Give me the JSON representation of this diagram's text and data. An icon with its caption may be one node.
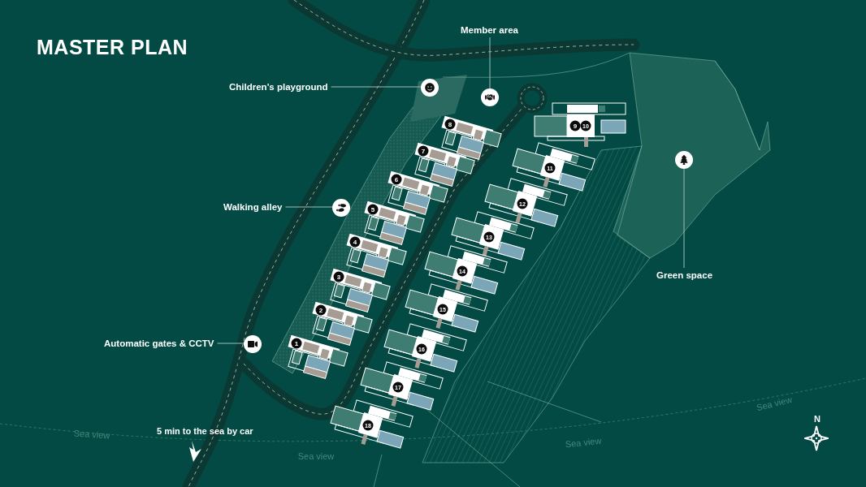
{
  "diagram": {
    "title": "MASTER PLAN",
    "nodes": [
      {
        "text": [
          "Member area"
        ]
      },
      {
        "text": [],
        "shape": "circle"
      },
      {
        "text": [
          "Children's playground"
        ]
      },
      {
        "text": [],
        "shape": "circle"
      },
      {
        "text": [
          "Walking alley"
        ]
      },
      {
        "text": [],
        "shape": "circle"
      },
      {
        "text": [
          "Automatic gates & CCTV"
        ]
      },
      {
        "text": [],
        "shape": "circle"
      },
      {
        "text": [
          "Green space"
        ]
      },
      {
        "text": [],
        "shape": "circle"
      }
    ],
    "edges": [
      {
        "from": 0,
        "to": 1,
        "arrow": "none"
      },
      {
        "from": 2,
        "to": 3,
        "arrow": "none"
      },
      {
        "from": 4,
        "to": 5,
        "arrow": "none"
      },
      {
        "from": 6,
        "to": 7,
        "arrow": "none"
      },
      {
        "from": 8,
        "to": 9,
        "arrow": "none"
      }
    ],
    "labels": [
      "8",
      "9",
      "10",
      "7",
      "11",
      "6",
      "12",
      "5",
      "13",
      "4",
      "14",
      "3",
      "15",
      "2",
      "16",
      "1",
      "17",
      "18",
      "Sea view",
      "5 min to the sea by car",
      "Sea view",
      "Sea view",
      "N",
      "Sea view"
    ]
  }
}
